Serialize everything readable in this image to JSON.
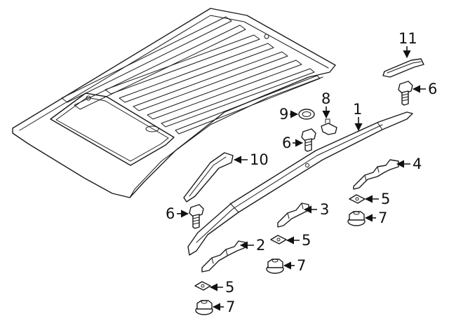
{
  "callouts": [
    {
      "id": "c1",
      "number": "1"
    },
    {
      "id": "c2",
      "number": "2"
    },
    {
      "id": "c3",
      "number": "3"
    },
    {
      "id": "c4",
      "number": "4"
    },
    {
      "id": "c5a",
      "number": "5"
    },
    {
      "id": "c5b",
      "number": "5"
    },
    {
      "id": "c5c",
      "number": "5"
    },
    {
      "id": "c6a",
      "number": "6"
    },
    {
      "id": "c6b",
      "number": "6"
    },
    {
      "id": "c6c",
      "number": "6"
    },
    {
      "id": "c7a",
      "number": "7"
    },
    {
      "id": "c7b",
      "number": "7"
    },
    {
      "id": "c7c",
      "number": "7"
    },
    {
      "id": "c8",
      "number": "8"
    },
    {
      "id": "c9",
      "number": "9"
    },
    {
      "id": "c10",
      "number": "10"
    },
    {
      "id": "c11",
      "number": "11"
    }
  ],
  "colors": {
    "line": "#1a1a1a",
    "background": "#ffffff"
  }
}
